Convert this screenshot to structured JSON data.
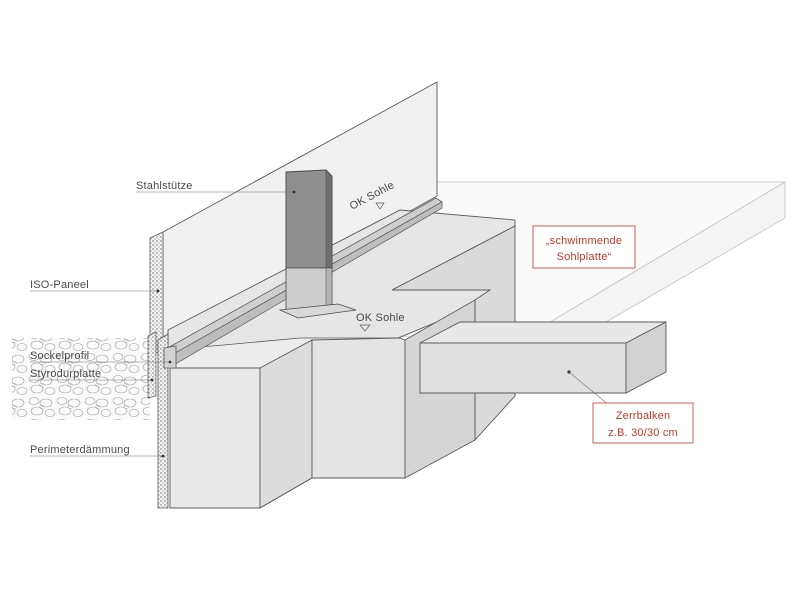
{
  "labels": {
    "stahlstuetze": "Stahlstütze",
    "iso_paneel": "ISO-Paneel",
    "sockelprofil": "Sockelprofil",
    "styrodurplatte": "Styrodurplatte",
    "perimeterdaemmung": "Perimeterdämmung",
    "ok_sohle_top": "OK Sohle",
    "ok_sohle_mid": "OK Sohle",
    "schwimmende_line1": "„schwimmende",
    "schwimmende_line2": "Sohlplatte“",
    "zerrbalken_line1": "Zerrbalken",
    "zerrbalken_line2": "z.B. 30/30 cm"
  },
  "colors": {
    "line": "#5a5a5a",
    "label_text": "#4a4a4a",
    "accent_red": "#c0392b",
    "concrete_light": "#efefef",
    "concrete_mid": "#e2e2e2",
    "concrete_dark": "#d6d6d6",
    "steel_dark": "#8f8f8f",
    "steel_light": "#c8c8c8",
    "insulation_dots": "#777777"
  }
}
